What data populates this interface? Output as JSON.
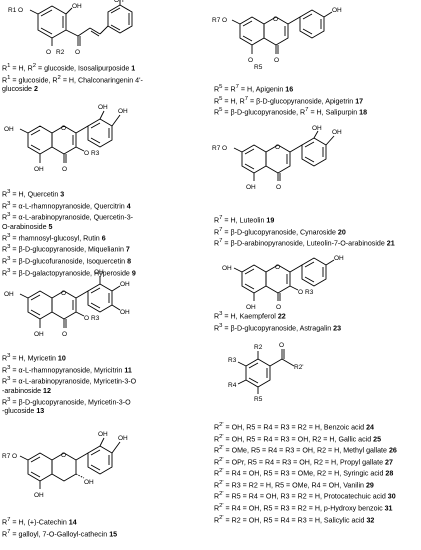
{
  "atoms": {
    "OH": "OH",
    "O": "O",
    "H": "H",
    "R": "R"
  },
  "groups": {
    "g1": {
      "labels": {
        "r1": "R1",
        "r2": "R2"
      },
      "lines": [
        {
          "prefix": "R",
          "sup": "1",
          "text": " = H, R",
          "sup2": "2",
          "text2": " = glucoside, Isosalipurposide ",
          "num": "1"
        },
        {
          "prefix": "R",
          "sup": "1",
          "text": " = glucoside, R",
          "sup2": "2",
          "text2": " = H, Chalconaringenin 4'-",
          "num": ""
        },
        {
          "text": "glucoside ",
          "num": "2"
        }
      ]
    },
    "g2": {
      "labels": {
        "r5": "R5",
        "r7": "R7"
      },
      "lines": [
        {
          "text": " = R",
          "text2": " = H, Apigenin ",
          "num": "16"
        },
        {
          "text": " = H, R",
          "text2": " = β-D-glucopyranoside, Apigetrin ",
          "num": "17"
        },
        {
          "text": " = β-D-glucopyranoside, R",
          "text2": " = H, Salipurpin ",
          "num": "18"
        }
      ]
    },
    "g3": {
      "labels": {
        "r3": "R3"
      },
      "lines": [
        {
          "text": " = H, Quercetin ",
          "num": "3"
        },
        {
          "text": " = α-L-rhamnopyranoside, Quercitrin ",
          "num": "4"
        },
        {
          "text": " = α-L-arabinopyranoside, Quercetin-3-",
          "num": ""
        },
        {
          "text": "O-arabinoside ",
          "num": "5"
        },
        {
          "text": " = rhamnosyl-glucosyl, Rutin ",
          "num": "6"
        },
        {
          "text": " = β-D-glucopyranoside, Miquelianin ",
          "num": "7"
        },
        {
          "text": " = β-D-glucofuranoside, Isoquercetin ",
          "num": "8"
        },
        {
          "text": " = β-D-galactopyranoside, Hyperoside ",
          "num": "9"
        }
      ]
    },
    "g4": {
      "labels": {
        "r7": "R7"
      },
      "lines": [
        {
          "text": " = H, Luteolin ",
          "num": "19"
        },
        {
          "text": " = β-D-glucopyranoside, Cynaroside ",
          "num": "20"
        },
        {
          "text": " = β-D-arabinopyranoside, Luteolin-7-O-arabinoside ",
          "num": "21"
        }
      ]
    },
    "g5": {
      "labels": {
        "r3": "R3"
      },
      "lines": [
        {
          "text": " = H, Kaempferol ",
          "num": "22"
        },
        {
          "text": " = β-D-glucopyranoside, Astragalin ",
          "num": "23"
        }
      ]
    },
    "g6": {
      "labels": {
        "r3": "R3"
      },
      "lines": [
        {
          "text": " = H, Myricetin ",
          "num": "10"
        },
        {
          "text": " = α-L-rhamnopyranoside, Myricitrin ",
          "num": "11"
        },
        {
          "text": " = α-L-arabinopyranoside, Myricetin-3-O",
          "num": ""
        },
        {
          "text": "-arabinoside ",
          "num": "12"
        },
        {
          "text": " = β-D-glucopyranoside, Myricetin-3-O",
          "num": ""
        },
        {
          "text": "-glucoside ",
          "num": "13"
        }
      ]
    },
    "g7": {
      "labels": {
        "r2": "R2",
        "r3": "R3",
        "r4": "R4",
        "r5": "R5",
        "r2p": "R2'"
      },
      "lines": [
        {
          "text": " = OH, R5 = R4 = R3 = R2 = H, Benzoic acid ",
          "num": "24"
        },
        {
          "text": " = OH, R5 = R4 = R3 = OH, R2 = H, Gallic acid ",
          "num": "25"
        },
        {
          "text": " = OMe, R5 = R4 = R3 = OH, R2 = H, Methyl gallate ",
          "num": "26"
        },
        {
          "text": " = OPr, R5 = R4 = R3 = OH, R2 = H, Propyl gallate ",
          "num": "27"
        },
        {
          "text": " = R4 = OH, R5 = R3 = OMe, R2 = H, Syringic acid ",
          "num": "28"
        },
        {
          "text": " = R3 = R2 = H, R5 = OMe, R4 = OH, Vanilin ",
          "num": "29"
        },
        {
          "text": " = R5 = R4 = OH, R3 = R2 = H, Protocatechuic acid ",
          "num": "30"
        },
        {
          "text": " = R4 = OH, R5 = R3 = R2 = H, p-Hydroxy benzoic ",
          "num": "31"
        },
        {
          "text": " = R2 = OH, R5 = R4 = R3 = H, Salicylic acid ",
          "num": "32"
        }
      ]
    },
    "g8": {
      "labels": {
        "r7": "R7"
      },
      "lines": [
        {
          "text": " = H, (+)-Catechin ",
          "num": "14"
        },
        {
          "text": " = galloyl, 7-O-Galloyl-cathecin ",
          "num": "15"
        }
      ]
    }
  }
}
